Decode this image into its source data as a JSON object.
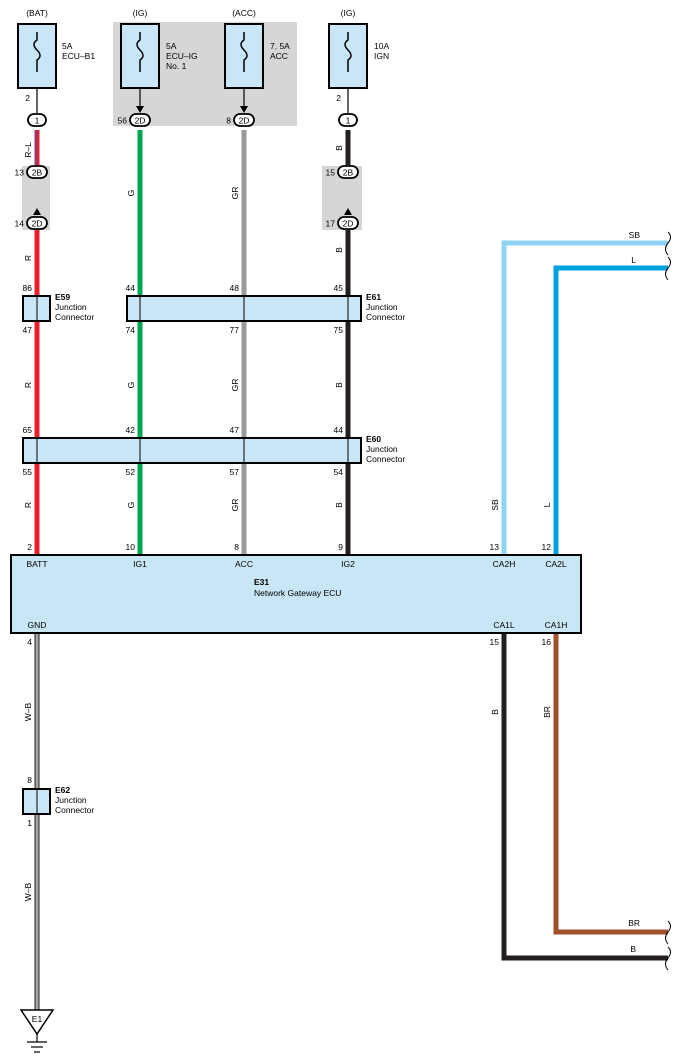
{
  "colors": {
    "red": "#e8202a",
    "green": "#00a651",
    "gray": "#9a9a9a",
    "black": "#231f20",
    "sky_blue": "#8fd3f5",
    "blue": "#00a3e0",
    "brown": "#a0522d",
    "box_fill": "#c8e6f5",
    "shade": "#d6d6d6"
  },
  "fuses": [
    {
      "source": "(BAT)",
      "rating": "5A",
      "name": "ECU–B1",
      "name2": ""
    },
    {
      "source": "(IG)",
      "rating": "5A",
      "name": "ECU–IG",
      "name2": "No. 1"
    },
    {
      "source": "(ACC)",
      "rating": "7. 5A",
      "name": "ACC",
      "name2": ""
    },
    {
      "source": "(IG)",
      "rating": "10A",
      "name": "IGN",
      "name2": ""
    }
  ],
  "fuse_pins": {
    "bat_top": "2",
    "bat_conn": "1",
    "ig_conn_pin": "56",
    "ig_conn": "2D",
    "acc_conn_pin": "8",
    "acc_conn": "2D",
    "ign_top": "2",
    "ign_conn": "1"
  },
  "splices": {
    "left_a_pin": "13",
    "left_a": "2B",
    "left_b_pin": "14",
    "left_b": "2D",
    "right_a_pin": "15",
    "right_a": "2B",
    "right_b_pin": "17",
    "right_b": "2D"
  },
  "wire_colors": {
    "bat_top": "R–L",
    "bat": "R",
    "ig": "G",
    "acc": "GR",
    "ign": "B",
    "sb": "SB",
    "l": "L",
    "gnd": "W–B",
    "ca1l": "B",
    "ca1h": "BR"
  },
  "connectors": {
    "e59": {
      "id": "E59",
      "label1": "Junction",
      "label2": "Connector",
      "pin_in": "86",
      "pin_out": "47"
    },
    "e61": {
      "id": "E61",
      "label1": "Junction",
      "label2": "Connector",
      "pins_in": [
        "44",
        "48",
        "45"
      ],
      "pins_out": [
        "74",
        "77",
        "75"
      ]
    },
    "e60": {
      "id": "E60",
      "label1": "Junction",
      "label2": "Connector",
      "pins_in": [
        "65",
        "42",
        "47",
        "44"
      ],
      "pins_out": [
        "55",
        "52",
        "57",
        "54"
      ]
    },
    "e62": {
      "id": "E62",
      "label1": "Junction",
      "label2": "Connector",
      "pin_in": "8",
      "pin_out": "1"
    }
  },
  "ecu": {
    "id": "E31",
    "name": "Network Gateway ECU",
    "top_pins": [
      "2",
      "10",
      "8",
      "9",
      "13",
      "12"
    ],
    "top_terms": [
      "BATT",
      "IG1",
      "ACC",
      "IG2",
      "CA2H",
      "CA2L"
    ],
    "bottom_pins": [
      "4",
      "15",
      "16"
    ],
    "bottom_terms": [
      "GND",
      "CA1L",
      "CA1H"
    ]
  },
  "ground": "E1",
  "edge_labels": {
    "sb": "SB",
    "l": "L",
    "br": "BR",
    "b": "B"
  }
}
